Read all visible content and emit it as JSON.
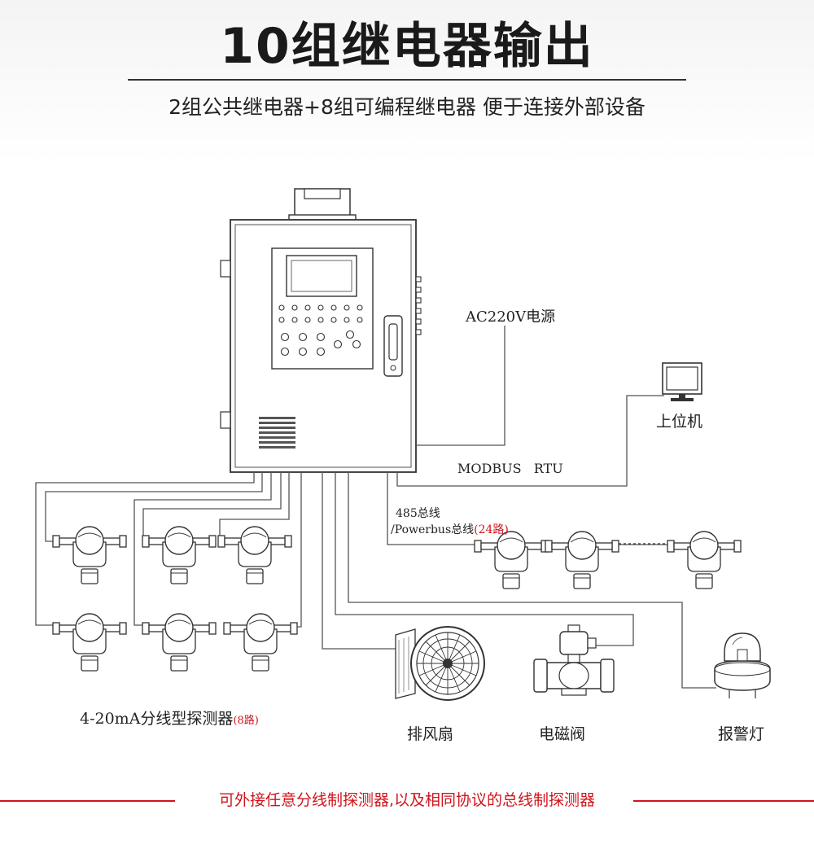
{
  "header": {
    "title": "10组继电器输出",
    "subtitle": "2组公共继电器+8组可编程继电器 便于连接外部设备"
  },
  "labels": {
    "power": "AC220V电源",
    "host": "上位机",
    "modbus": "MODBUS   RTU",
    "bus_line1": "485总线",
    "bus_line2": "/Powerbus总线",
    "bus_count": "(24路)",
    "split_detector": "4-20mA分线型探测器",
    "split_count": "(8路)",
    "fan": "排风扇",
    "valve": "电磁阀",
    "alarm_light": "报警灯"
  },
  "footer": {
    "text": "可外接任意分线制探测器,以及相同协议的总线制探测器"
  },
  "colors": {
    "accent": "#d0141c",
    "line": "#555555"
  }
}
